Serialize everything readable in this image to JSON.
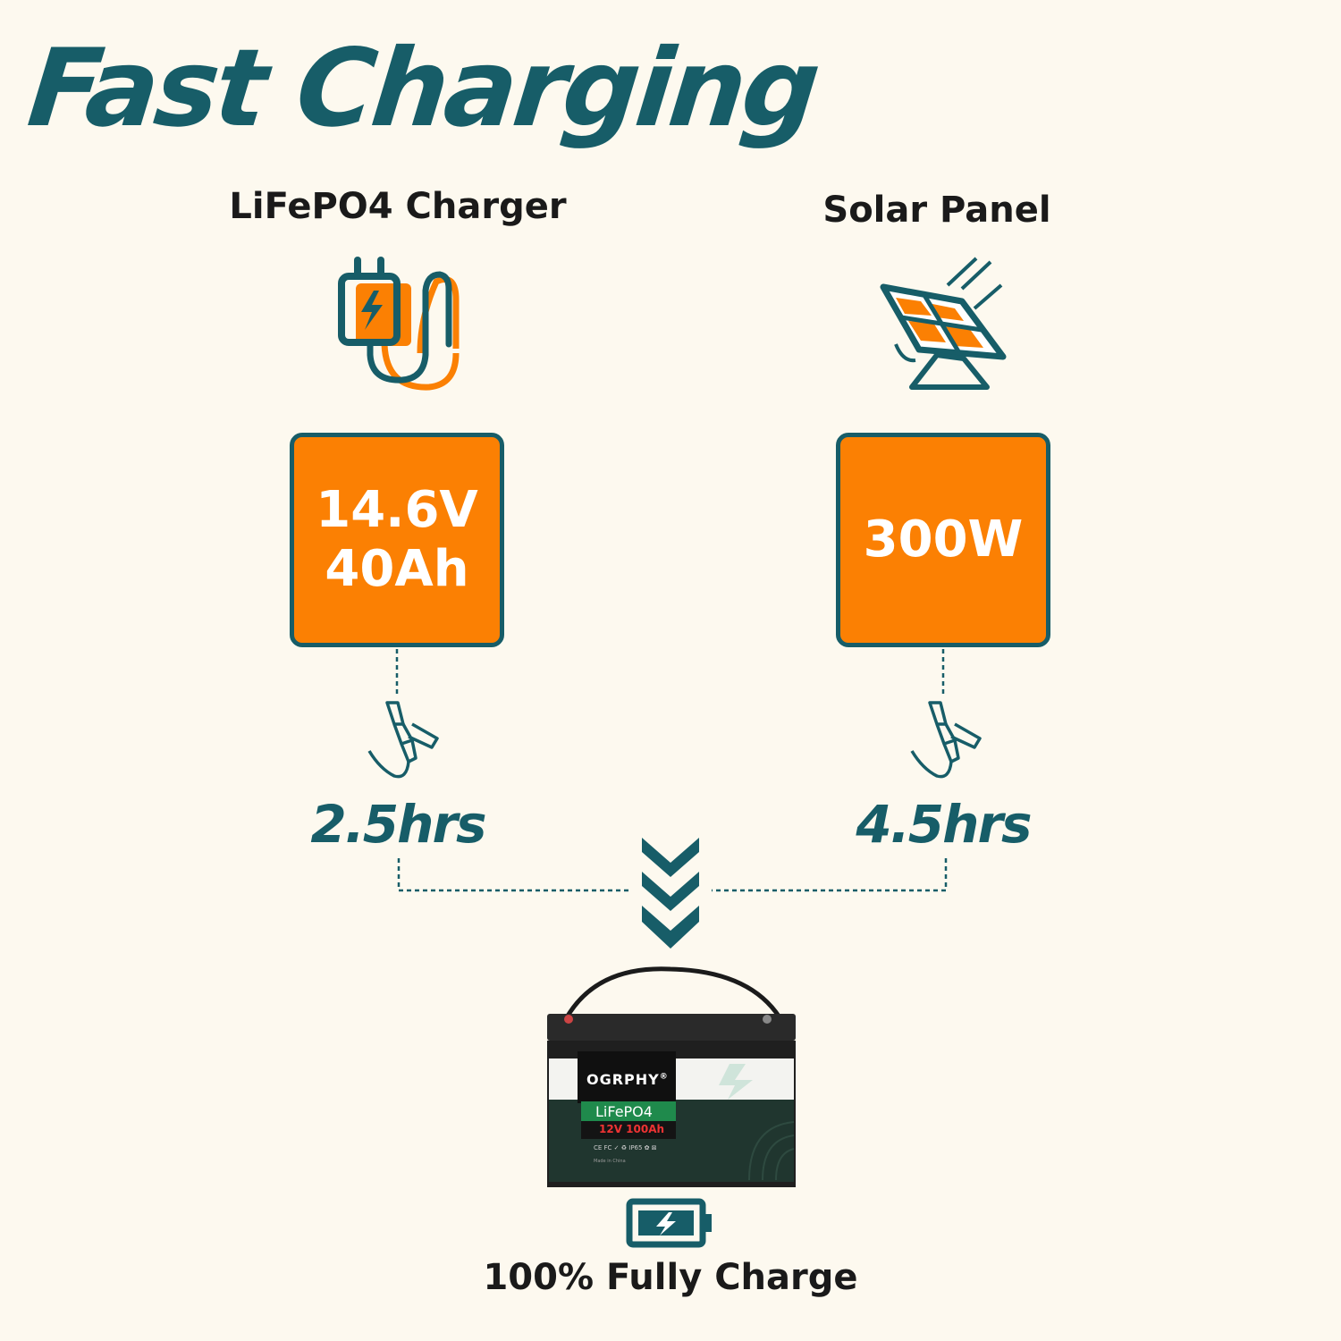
{
  "title": "Fast Charging",
  "left": {
    "heading": "LiFePO4 Charger",
    "icon": "charger-plug-icon",
    "spec_line1": "14.6V",
    "spec_line2": "40Ah",
    "time": "2.5hrs",
    "clip_icon": "alligator-clip-icon"
  },
  "right": {
    "heading": "Solar Panel",
    "icon": "solar-panel-icon",
    "spec_line1": "300W",
    "time": "4.5hrs",
    "clip_icon": "alligator-clip-icon"
  },
  "arrow_icon": "triple-chevron-down-icon",
  "battery": {
    "brand": "OGRPHY",
    "registered": "®",
    "chemistry": "LiFePO4",
    "rating": "12V 100Ah",
    "cert_marks": "CE FC ✓ ♻ IP65 ✿ ⊠",
    "made_in": "Made in China"
  },
  "footer": {
    "icon": "battery-charging-icon",
    "text": "100% Fully Charge"
  },
  "colors": {
    "teal": "#175d68",
    "orange": "#fb8003",
    "background": "#fdf9ef"
  }
}
